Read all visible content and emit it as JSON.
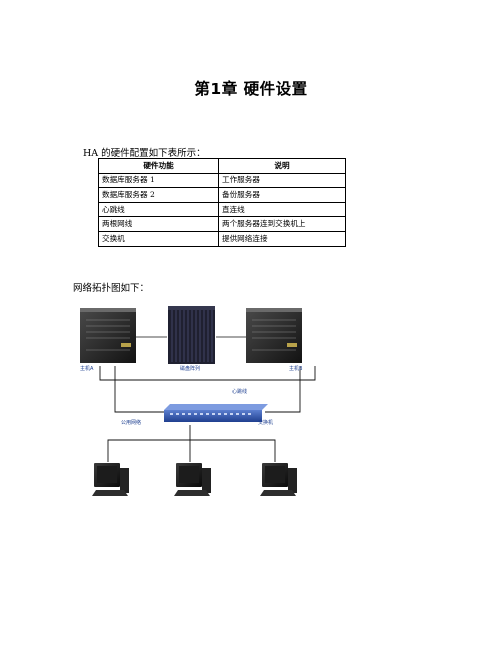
{
  "chapter_title": "第1章  硬件设置",
  "intro": "HA 的硬件配置如下表所示：",
  "table": {
    "headers": [
      "硬件功能",
      "说明"
    ],
    "rows": [
      [
        "数据库服务器 1",
        "工作服务器"
      ],
      [
        "数据库服务器 2",
        "备份服务器"
      ],
      [
        "心跳线",
        "直连线"
      ],
      [
        "两根网线",
        "两个服务器连到交换机上"
      ],
      [
        "交换机",
        "提供网络连接"
      ]
    ]
  },
  "topology_label": "网络拓扑图如下：",
  "diagram": {
    "host_a": "主机A",
    "disk_array": "磁盘阵列",
    "host_b": "主机B",
    "heartbeat": "心跳线",
    "public_network": "公用网络",
    "switch": "交换机"
  }
}
